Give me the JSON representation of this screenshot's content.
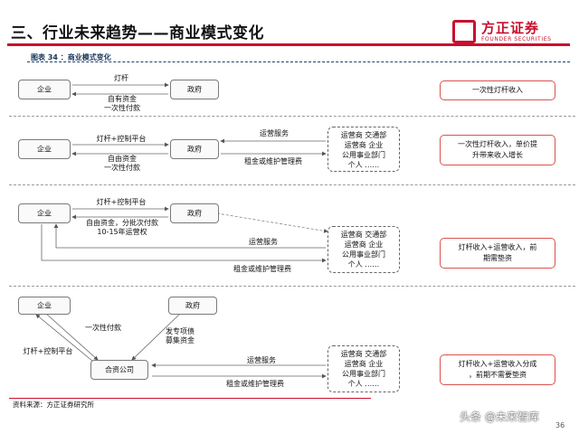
{
  "header": {
    "title": "三、行业未来趋势——商业模式变化",
    "logo_cn": "方正证券",
    "logo_en": "FOUNDER SECURITIES"
  },
  "figure_label": "图表 34 ：商业模式变化",
  "source": "资料来源：方正证券研究所",
  "watermark": "头条 @未来智库",
  "page_number": "36",
  "row1": {
    "company": "企业",
    "government": "政府",
    "flow_goods": "灯杆",
    "flow_pay": "自有资金\n一次性付款",
    "result": "一次性灯杆收入"
  },
  "row2": {
    "company": "企业",
    "government": "政府",
    "flow_goods": "灯杆+控制平台",
    "flow_pay": "自由资金\n一次性付款",
    "ops_service": "运营服务",
    "ops_fee": "租金或维护管理费",
    "operators": "运营商 交通部\n运营商 企业\n公用事业部门\n个人 ……",
    "result": "一次性灯杆收入，单价提\n升带来收入增长"
  },
  "row3": {
    "company": "企业",
    "government": "政府",
    "flow_goods": "灯杆+控制平台",
    "flow_pay": "自由资金，分批次付款\n10-15年运营权",
    "ops_service": "运营服务",
    "ops_fee": "租金或维护管理费",
    "operators": "运营商 交通部\n运营商 企业\n公用事业部门\n个人 ……",
    "result": "灯杆收入+运营收入，前\n期需垫资"
  },
  "row4": {
    "company": "企业",
    "government": "政府",
    "jv": "合资公司",
    "pay_once": "一次性付款",
    "goods": "灯杆+控制平台",
    "bonds": "发专项债\n募集资金",
    "ops_service": "运营服务",
    "ops_fee": "租金或维护管理费",
    "operators": "运营商 交通部\n运营商 企业\n公用事业部门\n个人 ……",
    "result": "灯杆收入+运营收入分成\n，前期不需要垫资"
  },
  "colors": {
    "accent": "#c8102e",
    "navy": "#17375e",
    "result_border": "#d9534f"
  }
}
